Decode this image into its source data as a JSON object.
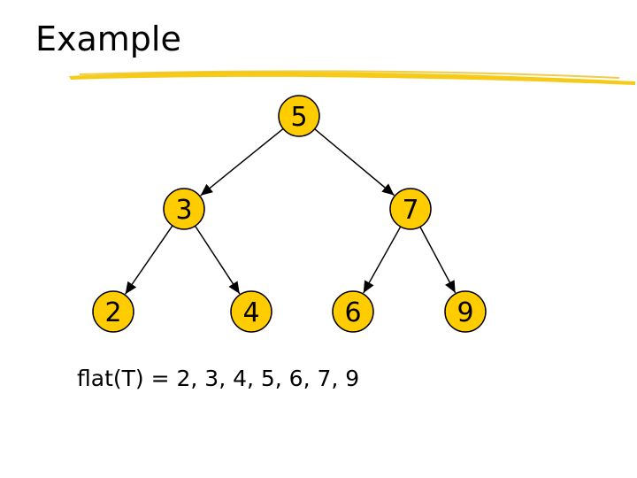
{
  "title": "Example",
  "colors": {
    "node_fill": "#FFCC00",
    "node_stroke": "#000000",
    "edge": "#000000",
    "underline": "#F5C400"
  },
  "tree": {
    "nodes": [
      {
        "id": "n5",
        "label": "5"
      },
      {
        "id": "n3",
        "label": "3"
      },
      {
        "id": "n7",
        "label": "7"
      },
      {
        "id": "n2",
        "label": "2"
      },
      {
        "id": "n4",
        "label": "4"
      },
      {
        "id": "n6",
        "label": "6"
      },
      {
        "id": "n9",
        "label": "9"
      }
    ],
    "edges": [
      [
        "n5",
        "n3"
      ],
      [
        "n5",
        "n7"
      ],
      [
        "n3",
        "n2"
      ],
      [
        "n3",
        "n4"
      ],
      [
        "n7",
        "n6"
      ],
      [
        "n7",
        "n9"
      ]
    ]
  },
  "formula": "flat(T) = 2, 3, 4, 5, 6, 7, 9"
}
